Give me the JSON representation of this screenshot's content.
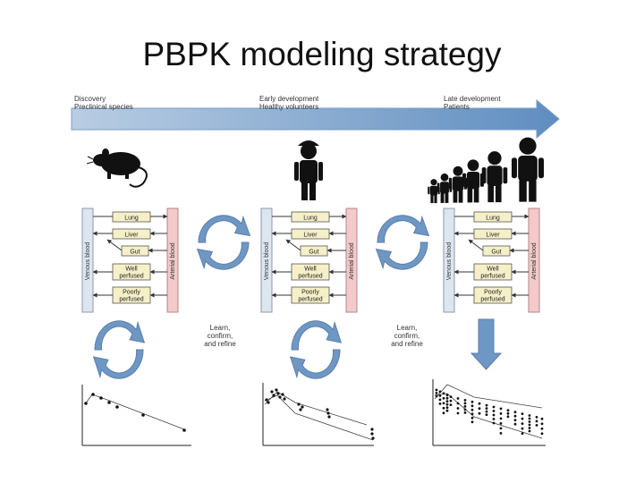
{
  "slide": {
    "title": "PBPK modeling strategy"
  },
  "timeline": {
    "stages": [
      {
        "line1": "Discovery",
        "line2": "Preclinical species"
      },
      {
        "line1": "Early development",
        "line2": "Healthy volunteers"
      },
      {
        "line1": "Late development",
        "line2": "Patients"
      }
    ]
  },
  "model": {
    "venous_label": "Venous blood",
    "arterial_label": "Arterial blood",
    "organs": [
      "Lung",
      "Liver",
      "Gut",
      "Well perfused",
      "Poorly perfused"
    ]
  },
  "feedback": {
    "line1": "Learn,",
    "line2": "confirm,",
    "line3": "and refine"
  },
  "colors": {
    "arrow_blue": "#6f97c4",
    "venous_fill": "#dde6ef",
    "arterial_fill": "#f3c9c9",
    "organ_fill": "#f6f0c8"
  }
}
